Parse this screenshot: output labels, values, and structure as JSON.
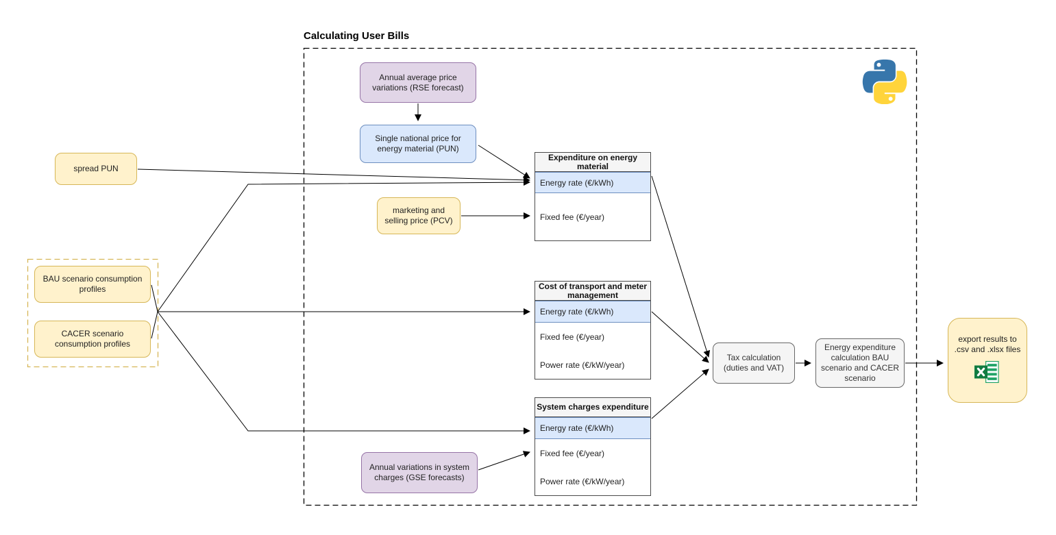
{
  "diagram_title": "Calculating User Bills",
  "nodes": {
    "rse_forecast": {
      "label": "Annual average price variations (RSE forecast)"
    },
    "pun": {
      "label": "Single national price for energy material (PUN)"
    },
    "spread_pun": {
      "label": "spread PUN"
    },
    "pcv": {
      "label": "marketing and selling price (PCV)"
    },
    "bau_profiles": {
      "label": "BAU scenario consumption profiles"
    },
    "cacer_profiles": {
      "label": "CACER scenario consumption profiles"
    },
    "gse_forecast": {
      "label": "Annual variations in system charges (GSE forecasts)"
    },
    "tax_calc": {
      "label": "Tax calculation (duties and VAT)"
    },
    "energy_expenditure": {
      "label": "Energy expenditure calculation BAU scenario and CACER scenario"
    },
    "export_results": {
      "label": "export results to .csv and .xlsx files"
    }
  },
  "tables": [
    {
      "title": "Expenditure on energy material",
      "rows": [
        {
          "label": "Energy rate (€/kWh)",
          "highlighted": true
        },
        {
          "label": "Fixed fee (€/year)",
          "highlighted": false
        }
      ]
    },
    {
      "title": "Cost of transport and meter management",
      "rows": [
        {
          "label": "Energy rate (€/kWh)",
          "highlighted": true
        },
        {
          "label": "Fixed fee (€/year)",
          "highlighted": false
        },
        {
          "label": "Power rate (€/kW/year)",
          "highlighted": false
        }
      ]
    },
    {
      "title": "System charges expenditure",
      "rows": [
        {
          "label": "Energy rate (€/kWh)",
          "highlighted": true
        },
        {
          "label": "Fixed fee (€/year)",
          "highlighted": false
        },
        {
          "label": "Power rate (€/kW/year)",
          "highlighted": false
        }
      ]
    }
  ],
  "icons": {
    "python": "python-logo-icon",
    "excel": "excel-file-icon"
  },
  "colors": {
    "yellow_fill": "#FFF2CC",
    "yellow_border": "#D6B656",
    "purple_fill": "#E1D5E7",
    "purple_border": "#9673A6",
    "blue_fill": "#DAE8FC",
    "blue_border": "#6C8EBF",
    "gray_fill": "#F5F5F5",
    "gray_border": "#666666",
    "python_blue": "#3776AB",
    "python_yellow": "#FFD43B",
    "excel_green": "#107C41",
    "line": "#000000"
  }
}
